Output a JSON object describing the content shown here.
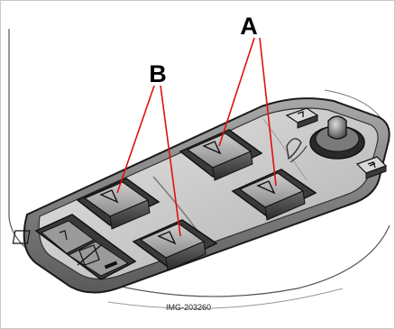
{
  "figure": {
    "callout_a": "A",
    "callout_b": "B",
    "image_id": "IMG-203260"
  },
  "icons": [
    "window-switch-icon",
    "child-lock-icon",
    "window-lockout-icon",
    "mirror-adjust-knob-icon",
    "mirror-left-icon",
    "mirror-right-icon",
    "mirror-fold-icon"
  ],
  "colors": {
    "callout_line": "#e01010",
    "panel_dark": "#4a4a4a",
    "panel_mid": "#8c8c8c",
    "panel_light": "#d2d2d2",
    "switch_face": "#bdbdbd",
    "border": "#1a1a1a"
  }
}
